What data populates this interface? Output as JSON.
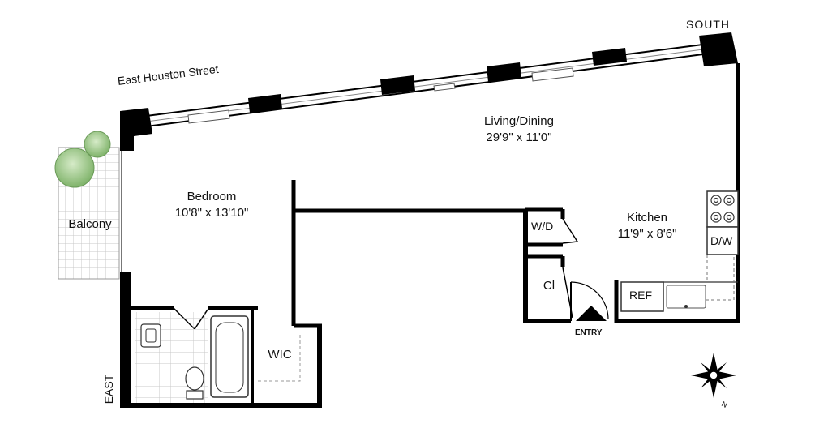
{
  "labels": {
    "street": "East Houston Street",
    "south": "SOUTH",
    "east": "EAST",
    "north": "N",
    "entry": "ENTRY"
  },
  "rooms": {
    "living": {
      "name": "Living/Dining",
      "dims": "29'9\" x 11'0\""
    },
    "bedroom": {
      "name": "Bedroom",
      "dims": "10'8\" x 13'10\""
    },
    "kitchen": {
      "name": "Kitchen",
      "dims": "11'9\" x 8'6\""
    },
    "balcony": {
      "name": "Balcony"
    },
    "wic": {
      "name": "WIC"
    },
    "wd": {
      "name": "W/D"
    },
    "cl": {
      "name": "Cl"
    },
    "dw": {
      "name": "D/W"
    },
    "ref": {
      "name": "REF"
    }
  },
  "colors": {
    "wall": "#000000",
    "tile": "#c8c8c8",
    "tree": "#8fbf7a",
    "fixture": "#555555"
  }
}
